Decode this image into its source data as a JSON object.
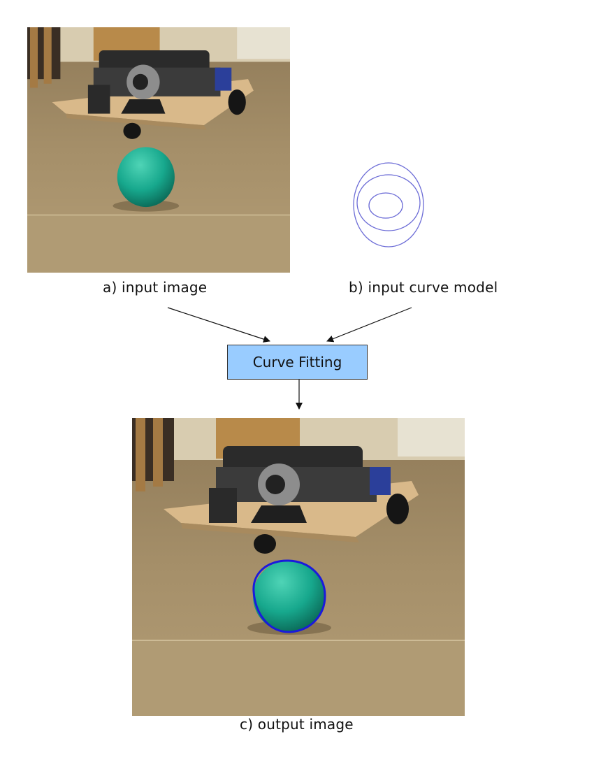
{
  "panels": {
    "input_image": {
      "caption": "a) input image"
    },
    "curve_model": {
      "caption": "b) input curve model"
    },
    "process": {
      "label": "Curve Fitting"
    },
    "output_image": {
      "caption": "c) output image"
    }
  },
  "colors": {
    "box_fill": "#99ccff",
    "box_border": "#333333",
    "curve_model_stroke": "#6b6bd6",
    "fitted_curve": "#1a1adc",
    "ball": "#17a88d",
    "carpet": "#a8916b",
    "platform": "#d9b98a"
  },
  "icons": {
    "photo_subject": "robot-with-webcam-and-green-ball"
  }
}
